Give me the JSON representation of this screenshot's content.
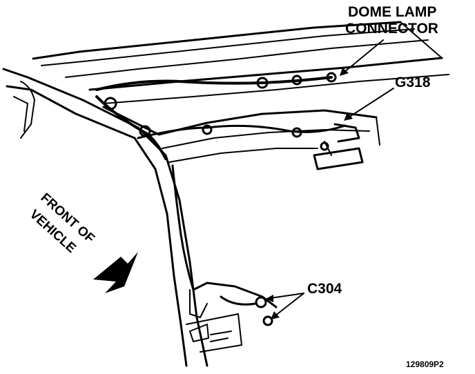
{
  "labels": {
    "dome_lamp_line1": "DOME LAMP",
    "dome_lamp_line2": "CONNECTOR",
    "ground": "G318",
    "connector": "C304",
    "front_line1": "FRONT OF",
    "front_line2": "VEHICLE",
    "figure_code": "129809P2"
  },
  "colors": {
    "ink": "#000000",
    "paper": "#ffffff"
  }
}
